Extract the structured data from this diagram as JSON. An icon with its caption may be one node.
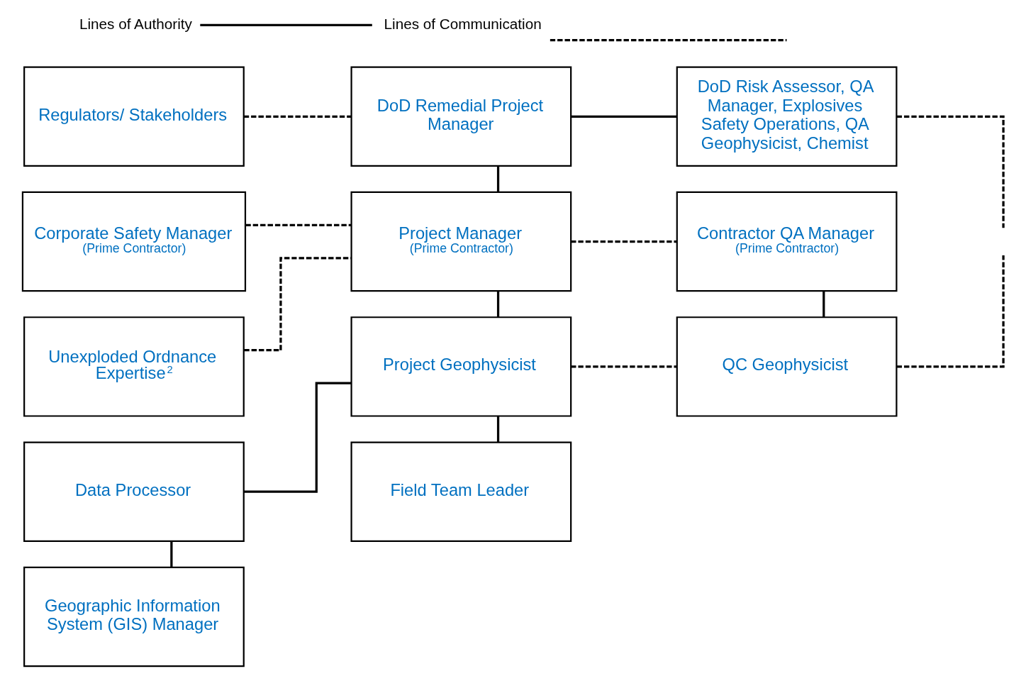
{
  "diagram": {
    "nodes": [
      {
        "text": [
          "Regulators/ Stakeholders"
        ]
      },
      {
        "text": [
          "DoD Remedial Project Manager"
        ]
      },
      {
        "text": [
          "DoD Risk Assessor, QA Manager, Explosives Safety Operations, QA Geophysicist, Chemist"
        ]
      },
      {
        "text": [
          "Corporate Safety Manager",
          "(Prime Contractor)"
        ]
      },
      {
        "text": [
          "Project Manager",
          "(Prime Contractor)"
        ]
      },
      {
        "text": [
          "Contractor QA Manager",
          "(Prime Contractor)"
        ]
      },
      {
        "text": [
          "Unexploded Ordnance Expertise$^{2}$"
        ]
      },
      {
        "text": [
          "Data Processor"
        ]
      },
      {
        "text": [
          "Project Geophysicist"
        ]
      },
      {
        "text": [
          "QC Geophysicist"
        ]
      },
      {
        "text": [
          "Geographic Information System (GIS) Manager"
        ]
      },
      {
        "text": [
          "Field Team Leader"
        ]
      }
    ],
    "edges": [
      {
        "from": 0,
        "to": 1,
        "arrow": "none",
        "style": "dashed"
      },
      {
        "from": 1,
        "to": 2,
        "arrow": "none"
      },
      {
        "from": 2,
        "to": null,
        "arrow": "none",
        "style": "dashed"
      },
      {
        "from": 1,
        "to": 4,
        "arrow": "none"
      },
      {
        "from": 3,
        "to": 4,
        "arrow": "none",
        "style": "dashed"
      },
      {
        "from": 6,
        "to": 4,
        "arrow": "none",
        "style": "dashed"
      },
      {
        "from": 4,
        "to": 5,
        "arrow": "none",
        "style": "dashed"
      },
      {
        "from": 4,
        "to": 8,
        "arrow": "none"
      },
      {
        "from": 5,
        "to": 9,
        "arrow": "none"
      },
      {
        "from": 7,
        "to": 8,
        "arrow": "none"
      },
      {
        "from": 7,
        "to": 10,
        "arrow": "none"
      },
      {
        "from": 8,
        "to": 9,
        "arrow": "none",
        "style": "dashed"
      },
      {
        "from": 9,
        "to": null,
        "arrow": "none",
        "style": "dashed"
      },
      {
        "from": 8,
        "to": 11,
        "arrow": "none"
      }
    ],
    "legend": [
      {
        "text": "Lines of Authority"
      },
      {
        "text": "Lines of Communication"
      }
    ]
  }
}
